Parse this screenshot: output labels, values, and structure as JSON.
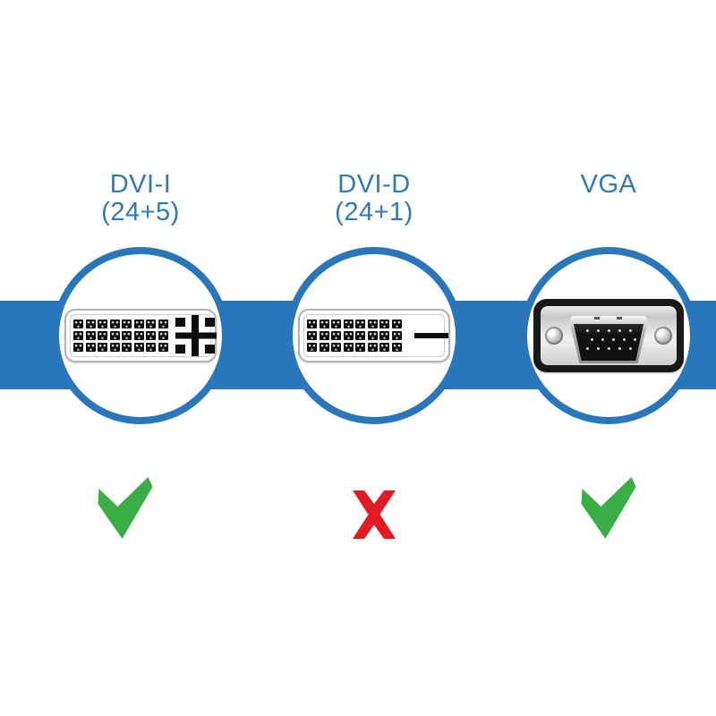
{
  "colors": {
    "band_blue": "#2a76ba",
    "circle_border_blue": "#2a76ba",
    "label_blue": "#2f79b8",
    "check_green": "#3aad44",
    "cross_red": "#e01b24"
  },
  "columns": [
    {
      "label_line1": "DVI-I",
      "label_line2": "(24+5)",
      "connector_type": "dvi-i",
      "verdict_icon": "check-icon"
    },
    {
      "label_line1": "DVI-D",
      "label_line2": "(24+1)",
      "connector_type": "dvi-d",
      "verdict_icon": "cross-icon"
    },
    {
      "label_line1": "VGA",
      "label_line2": "",
      "connector_type": "vga",
      "verdict_icon": "check-icon"
    }
  ],
  "dvi_pin_grid": {
    "rows": 3,
    "cols": 8
  },
  "vga_pins": {
    "rows": [
      5,
      5,
      5
    ],
    "offset_rows": [
      1
    ]
  }
}
